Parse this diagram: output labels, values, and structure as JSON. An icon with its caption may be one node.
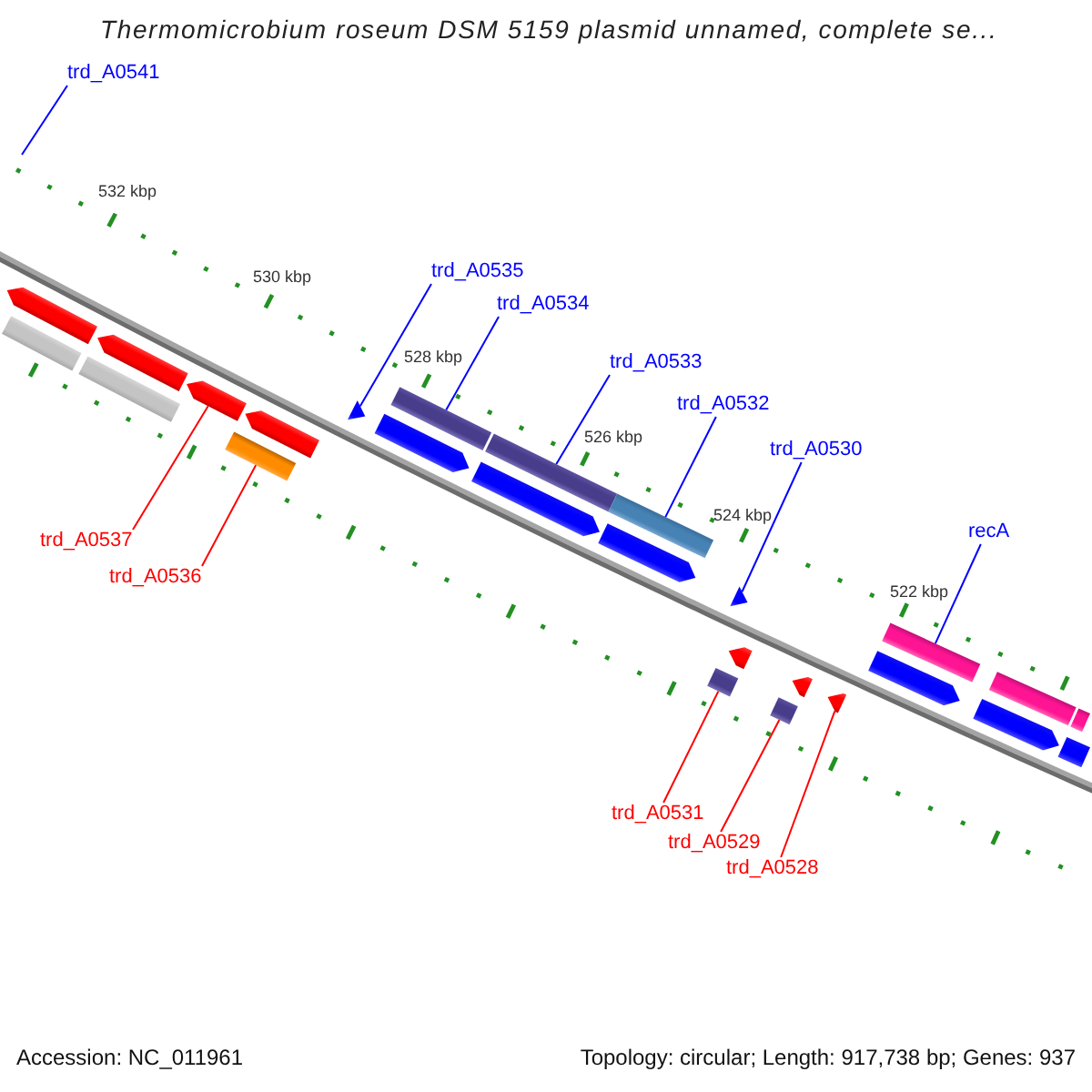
{
  "diagram": {
    "title": "Thermomicrobium roseum DSM 5159 plasmid unnamed, complete se...",
    "nodes": [
      {
        "text": [
          "trd_A0541"
        ]
      },
      {
        "text": [
          "trd_A0535"
        ]
      },
      {
        "text": [
          "trd_A0534"
        ]
      },
      {
        "text": [
          "trd_A0533"
        ]
      },
      {
        "text": [
          "trd_A0532"
        ]
      },
      {
        "text": [
          "trd_A0530"
        ]
      },
      {
        "text": [
          "recA"
        ]
      },
      {
        "text": [
          "trd_A0537"
        ]
      },
      {
        "text": [
          "trd_A0536"
        ]
      },
      {
        "text": [
          "trd_A0531"
        ]
      },
      {
        "text": [
          "trd_A0529"
        ]
      },
      {
        "text": [
          "trd_A0528"
        ]
      },
      {
        "text": [],
        "shape": "bar"
      },
      {
        "text": [],
        "shape": "pentagon"
      },
      {
        "text": [],
        "shape": "bar"
      },
      {
        "text": [],
        "shape": "pentagon"
      },
      {
        "text": [],
        "shape": "pentagon"
      },
      {
        "text": [],
        "shape": "bar"
      },
      {
        "text": [],
        "shape": "pentagon"
      },
      {
        "text": [],
        "shape": "triangle"
      },
      {
        "text": [],
        "shape": "pentagon"
      },
      {
        "text": [],
        "shape": "bar"
      },
      {
        "text": [],
        "shape": "pentagon"
      },
      {
        "text": [],
        "shape": "bar"
      },
      {
        "text": [],
        "shape": "pentagon"
      },
      {
        "text": [],
        "shape": "bar"
      },
      {
        "text": [],
        "shape": "box"
      },
      {
        "text": [],
        "shape": "pentagon"
      },
      {
        "text": [],
        "shape": "triangle"
      },
      {
        "text": [],
        "shape": "box"
      },
      {
        "text": [],
        "shape": "pentagon"
      },
      {
        "text": [],
        "shape": "pentagon"
      },
      {
        "text": [],
        "shape": "pentagon"
      },
      {
        "text": [],
        "shape": "bar"
      },
      {
        "text": [],
        "shape": "pentagon"
      },
      {
        "text": [],
        "shape": "bar"
      },
      {
        "text": [],
        "shape": "bar"
      },
      {
        "text": [],
        "shape": "bar"
      }
    ],
    "edges": [
      {
        "from": 0,
        "to": null,
        "arrow": "none"
      },
      {
        "from": 1,
        "to": 19,
        "arrow": "none"
      },
      {
        "from": 2,
        "to": 21,
        "arrow": "none"
      },
      {
        "from": 3,
        "to": 23,
        "arrow": "none"
      },
      {
        "from": 4,
        "to": 25,
        "arrow": "none"
      },
      {
        "from": 5,
        "to": 28,
        "arrow": "none"
      },
      {
        "from": 6,
        "to": 33,
        "arrow": "none"
      },
      {
        "from": 7,
        "to": 16,
        "arrow": "none",
        "color": "#ff0000"
      },
      {
        "from": 8,
        "to": 17,
        "arrow": "none",
        "color": "#ff0000"
      },
      {
        "from": 9,
        "to": 26,
        "arrow": "none",
        "color": "#ff0000"
      },
      {
        "from": 10,
        "to": 29,
        "arrow": "none",
        "color": "#ff0000"
      },
      {
        "from": 11,
        "to": 31,
        "arrow": "none",
        "color": "#ff0000"
      }
    ],
    "labels": [
      "532 kbp",
      "530 kbp",
      "528 kbp",
      "526 kbp",
      "524 kbp",
      "522 kbp",
      "Accession: NC_011961",
      "Topology: circular; Length: 917,738 bp; Genes: 937"
    ]
  }
}
